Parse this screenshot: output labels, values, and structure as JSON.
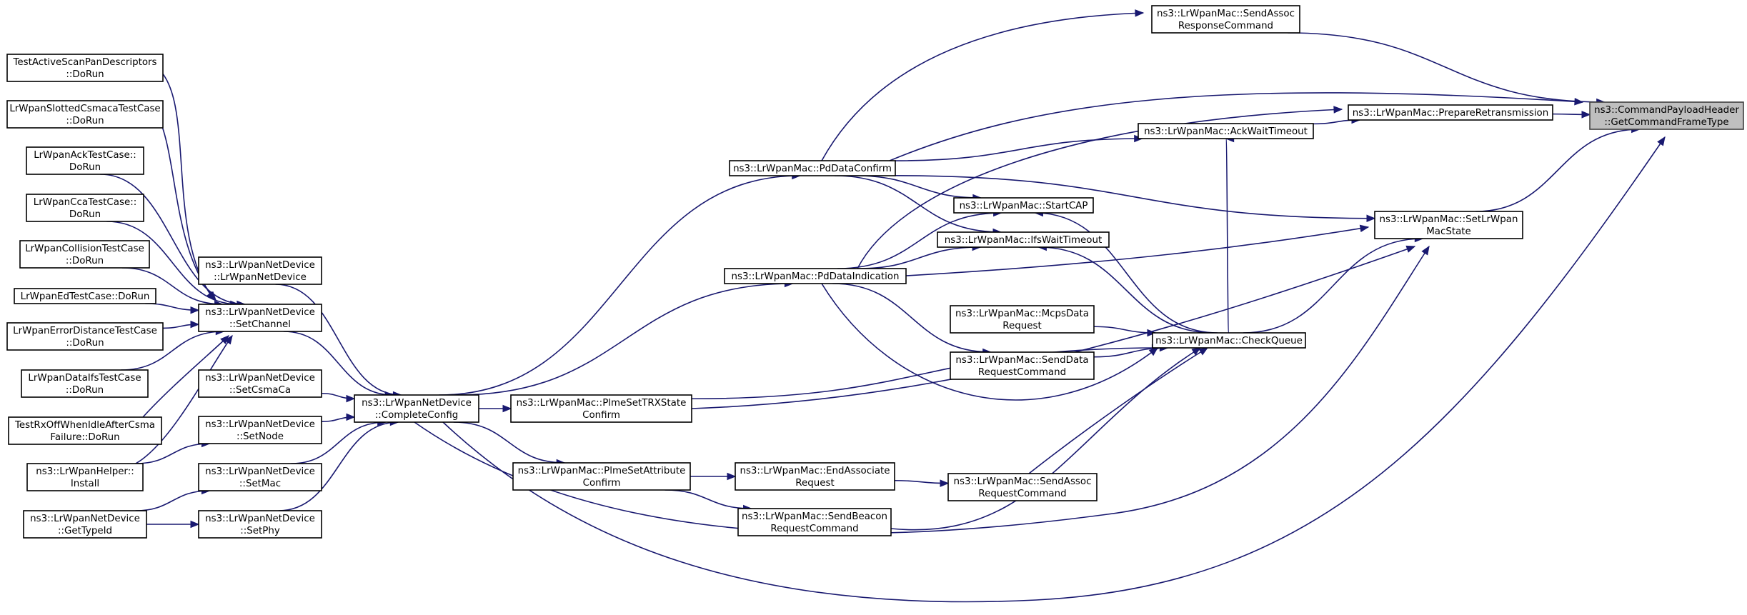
{
  "graph": {
    "root": "command_payload_header_get_command_frame_type",
    "nodes": [
      {
        "id": "command_payload_header_get_command_frame_type",
        "lines": [
          "ns3::CommandPayloadHeader",
          "::GetCommandFrameType"
        ]
      },
      {
        "id": "send_assoc_response_command",
        "lines": [
          "ns3::LrWpanMac::SendAssoc",
          "ResponseCommand"
        ]
      },
      {
        "id": "prepare_retransmission",
        "lines": [
          "ns3::LrWpanMac::PrepareRetransmission"
        ]
      },
      {
        "id": "ack_wait_timeout",
        "lines": [
          "ns3::LrWpanMac::AckWaitTimeout"
        ]
      },
      {
        "id": "set_lrwpan_mac_state",
        "lines": [
          "ns3::LrWpanMac::SetLrWpan",
          "MacState"
        ]
      },
      {
        "id": "pd_data_confirm",
        "lines": [
          "ns3::LrWpanMac::PdDataConfirm"
        ]
      },
      {
        "id": "start_cap",
        "lines": [
          "ns3::LrWpanMac::StartCAP"
        ]
      },
      {
        "id": "ifs_wait_timeout",
        "lines": [
          "ns3::LrWpanMac::IfsWaitTimeout"
        ]
      },
      {
        "id": "pd_data_indication",
        "lines": [
          "ns3::LrWpanMac::PdDataIndication"
        ]
      },
      {
        "id": "mcps_data_request",
        "lines": [
          "ns3::LrWpanMac::McpsData",
          "Request"
        ]
      },
      {
        "id": "check_queue",
        "lines": [
          "ns3::LrWpanMac::CheckQueue"
        ]
      },
      {
        "id": "send_data_request_command",
        "lines": [
          "ns3::LrWpanMac::SendData",
          "RequestCommand"
        ]
      },
      {
        "id": "plme_set_trx_state_confirm",
        "lines": [
          "ns3::LrWpanMac::PlmeSetTRXState",
          "Confirm"
        ]
      },
      {
        "id": "plme_set_attribute_confirm",
        "lines": [
          "ns3::LrWpanMac::PlmeSetAttribute",
          "Confirm"
        ]
      },
      {
        "id": "end_associate_request",
        "lines": [
          "ns3::LrWpanMac::EndAssociate",
          "Request"
        ]
      },
      {
        "id": "send_assoc_request_command",
        "lines": [
          "ns3::LrWpanMac::SendAssoc",
          "RequestCommand"
        ]
      },
      {
        "id": "send_beacon_request_command",
        "lines": [
          "ns3::LrWpanMac::SendBeacon",
          "RequestCommand"
        ]
      },
      {
        "id": "netdevice_complete_config",
        "lines": [
          "ns3::LrWpanNetDevice",
          "::CompleteConfig"
        ]
      },
      {
        "id": "netdevice_ctor",
        "lines": [
          "ns3::LrWpanNetDevice",
          "::LrWpanNetDevice"
        ]
      },
      {
        "id": "netdevice_set_channel",
        "lines": [
          "ns3::LrWpanNetDevice",
          "::SetChannel"
        ]
      },
      {
        "id": "netdevice_set_csma_ca",
        "lines": [
          "ns3::LrWpanNetDevice",
          "::SetCsmaCa"
        ]
      },
      {
        "id": "netdevice_set_node",
        "lines": [
          "ns3::LrWpanNetDevice",
          "::SetNode"
        ]
      },
      {
        "id": "netdevice_set_mac",
        "lines": [
          "ns3::LrWpanNetDevice",
          "::SetMac"
        ]
      },
      {
        "id": "netdevice_set_phy",
        "lines": [
          "ns3::LrWpanNetDevice",
          "::SetPhy"
        ]
      },
      {
        "id": "test_active_scan",
        "lines": [
          "TestActiveScanPanDescriptors",
          "::DoRun"
        ]
      },
      {
        "id": "test_slotted_csmaca",
        "lines": [
          "LrWpanSlottedCsmacaTestCase",
          "::DoRun"
        ]
      },
      {
        "id": "test_ack",
        "lines": [
          "LrWpanAckTestCase::",
          "DoRun"
        ]
      },
      {
        "id": "test_cca",
        "lines": [
          "LrWpanCcaTestCase::",
          "DoRun"
        ]
      },
      {
        "id": "test_collision",
        "lines": [
          "LrWpanCollisionTestCase",
          "::DoRun"
        ]
      },
      {
        "id": "test_ed",
        "lines": [
          "LrWpanEdTestCase::DoRun"
        ]
      },
      {
        "id": "test_error_distance",
        "lines": [
          "LrWpanErrorDistanceTestCase",
          "::DoRun"
        ]
      },
      {
        "id": "test_data_ifs",
        "lines": [
          "LrWpanDataIfsTestCase",
          "::DoRun"
        ]
      },
      {
        "id": "test_rx_off",
        "lines": [
          "TestRxOffWhenIdleAfterCsma",
          "Failure::DoRun"
        ]
      },
      {
        "id": "helper_install",
        "lines": [
          "ns3::LrWpanHelper::",
          "Install"
        ]
      },
      {
        "id": "netdevice_get_type_id",
        "lines": [
          "ns3::LrWpanNetDevice",
          "::GetTypeId"
        ]
      }
    ],
    "edges": [
      {
        "from": "send_assoc_response_command",
        "to": "command_payload_header_get_command_frame_type"
      },
      {
        "from": "prepare_retransmission",
        "to": "command_payload_header_get_command_frame_type"
      },
      {
        "from": "pd_data_confirm",
        "to": "command_payload_header_get_command_frame_type"
      },
      {
        "from": "set_lrwpan_mac_state",
        "to": "command_payload_header_get_command_frame_type"
      },
      {
        "from": "netdevice_complete_config",
        "to": "command_payload_header_get_command_frame_type"
      },
      {
        "from": "pd_data_confirm",
        "to": "send_assoc_response_command"
      },
      {
        "from": "ack_wait_timeout",
        "to": "prepare_retransmission"
      },
      {
        "from": "pd_data_indication",
        "to": "prepare_retransmission"
      },
      {
        "from": "pd_data_confirm",
        "to": "ack_wait_timeout"
      },
      {
        "from": "check_queue",
        "to": "ack_wait_timeout"
      },
      {
        "from": "pd_data_confirm",
        "to": "set_lrwpan_mac_state"
      },
      {
        "from": "pd_data_indication",
        "to": "set_lrwpan_mac_state"
      },
      {
        "from": "check_queue",
        "to": "set_lrwpan_mac_state"
      },
      {
        "from": "plme_set_trx_state_confirm",
        "to": "set_lrwpan_mac_state"
      },
      {
        "from": "netdevice_complete_config",
        "to": "set_lrwpan_mac_state"
      },
      {
        "from": "netdevice_complete_config",
        "to": "pd_data_confirm"
      },
      {
        "from": "pd_data_confirm",
        "to": "start_cap"
      },
      {
        "from": "pd_data_indication",
        "to": "start_cap"
      },
      {
        "from": "check_queue",
        "to": "start_cap"
      },
      {
        "from": "pd_data_confirm",
        "to": "ifs_wait_timeout"
      },
      {
        "from": "pd_data_indication",
        "to": "ifs_wait_timeout"
      },
      {
        "from": "check_queue",
        "to": "ifs_wait_timeout"
      },
      {
        "from": "netdevice_complete_config",
        "to": "pd_data_indication"
      },
      {
        "from": "mcps_data_request",
        "to": "check_queue"
      },
      {
        "from": "send_data_request_command",
        "to": "check_queue"
      },
      {
        "from": "pd_data_indication",
        "to": "send_data_request_command"
      },
      {
        "from": "plme_set_trx_state_confirm",
        "to": "check_queue"
      },
      {
        "from": "send_assoc_request_command",
        "to": "check_queue"
      },
      {
        "from": "send_beacon_request_command",
        "to": "check_queue"
      },
      {
        "from": "pd_data_indication",
        "to": "check_queue"
      },
      {
        "from": "netdevice_complete_config",
        "to": "plme_set_trx_state_confirm"
      },
      {
        "from": "netdevice_complete_config",
        "to": "plme_set_attribute_confirm"
      },
      {
        "from": "plme_set_attribute_confirm",
        "to": "end_associate_request"
      },
      {
        "from": "plme_set_attribute_confirm",
        "to": "send_beacon_request_command"
      },
      {
        "from": "end_associate_request",
        "to": "send_assoc_request_command"
      },
      {
        "from": "netdevice_ctor",
        "to": "netdevice_complete_config"
      },
      {
        "from": "netdevice_set_channel",
        "to": "netdevice_complete_config"
      },
      {
        "from": "netdevice_set_csma_ca",
        "to": "netdevice_complete_config"
      },
      {
        "from": "netdevice_set_node",
        "to": "netdevice_complete_config"
      },
      {
        "from": "netdevice_set_mac",
        "to": "netdevice_complete_config"
      },
      {
        "from": "netdevice_set_phy",
        "to": "netdevice_complete_config"
      },
      {
        "from": "test_active_scan",
        "to": "netdevice_set_channel"
      },
      {
        "from": "test_slotted_csmaca",
        "to": "netdevice_set_channel"
      },
      {
        "from": "test_ack",
        "to": "netdevice_set_channel"
      },
      {
        "from": "test_cca",
        "to": "netdevice_set_channel"
      },
      {
        "from": "test_collision",
        "to": "netdevice_set_channel"
      },
      {
        "from": "test_ed",
        "to": "netdevice_set_channel"
      },
      {
        "from": "test_error_distance",
        "to": "netdevice_set_channel"
      },
      {
        "from": "test_data_ifs",
        "to": "netdevice_set_channel"
      },
      {
        "from": "test_rx_off",
        "to": "netdevice_set_channel"
      },
      {
        "from": "helper_install",
        "to": "netdevice_set_channel"
      },
      {
        "from": "helper_install",
        "to": "netdevice_set_node"
      },
      {
        "from": "netdevice_get_type_id",
        "to": "netdevice_set_mac"
      },
      {
        "from": "netdevice_get_type_id",
        "to": "netdevice_set_phy"
      }
    ]
  },
  "colors": {
    "edge": "#191970",
    "node_fill": "#ffffff",
    "root_fill": "#bfbfbf"
  }
}
